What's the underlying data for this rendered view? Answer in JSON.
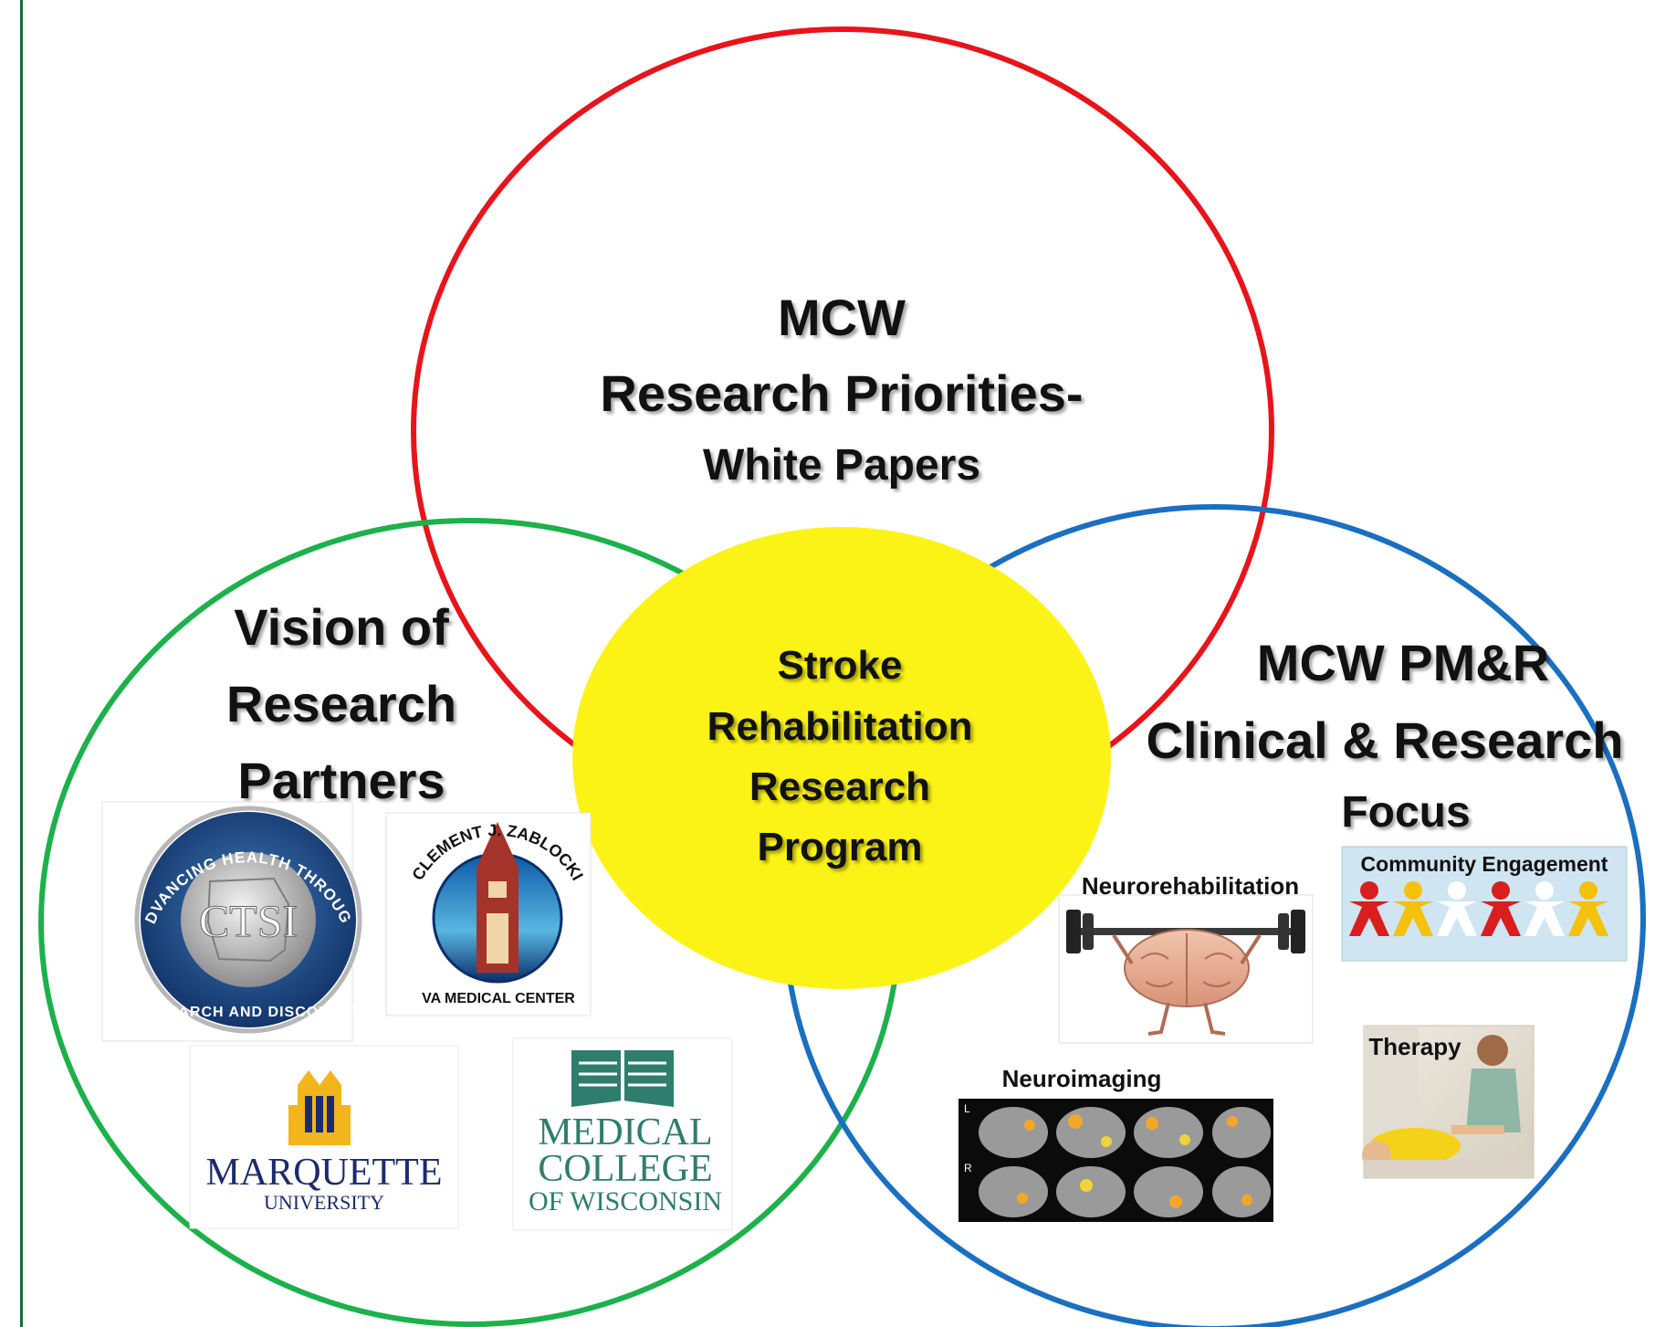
{
  "diagram": {
    "top_circle": {
      "color": "#e8141b",
      "lines": [
        "MCW",
        "Research Priorities-",
        "White Papers"
      ]
    },
    "left_circle": {
      "color": "#1db14b",
      "lines": [
        "Vision of",
        "Research",
        "Partners"
      ]
    },
    "right_circle": {
      "color": "#1b6fc0",
      "lines": [
        "MCW PM&R",
        "Clinical & Research",
        "Focus"
      ]
    },
    "center": {
      "color": "#fbf315",
      "lines": [
        "Stroke",
        "Rehabilitation",
        "Research",
        "Program"
      ]
    },
    "left_border_color": "#1e6b32"
  },
  "partners": {
    "ctsi": {
      "ring_top": "ADVANCING HEALTH THROUGH",
      "ring_bottom": "RESEARCH AND DISCOVERY",
      "center": "CTSI"
    },
    "zablocki": {
      "ring_top": "CLEMENT J. ZABLOCKI",
      "ring_bottom": "VA MEDICAL CENTER"
    },
    "marquette": {
      "name": "MARQUETTE",
      "sub": "UNIVERSITY"
    },
    "mcw": {
      "line1": "MEDICAL",
      "line2": "COLLEGE",
      "line3": "OF WISCONSIN"
    }
  },
  "focus_areas": {
    "neurorehab": "Neurorehabilitation",
    "community": "Community Engagement",
    "therapy": "Therapy",
    "neuroimaging": "Neuroimaging",
    "scan_left": "L",
    "scan_right": "R"
  }
}
